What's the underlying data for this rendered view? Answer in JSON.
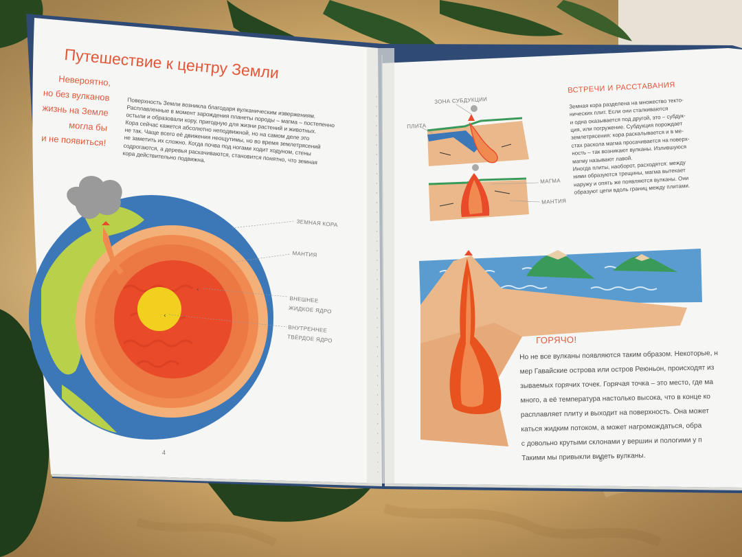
{
  "left_page": {
    "title": "Путешествие к центру Земли",
    "side_note": [
      "Невероятно,",
      "но без вулканов",
      "жизнь на Земле",
      "могла бы",
      "и не появиться!"
    ],
    "intro": [
      "Поверхность Земли возникла благодаря вулканическим извержениям.",
      "Расплавленные в момент зарождения планеты породы – магма – постепенно",
      "остыли и образовали кору, пригодную для жизни растений и животных.",
      "Кора сейчас кажется абсолютно неподвижной, но на самом деле это",
      "не так. Чаще всего её движения неощутимы, но во время землетрясений",
      "не заметить их сложно. Когда почва под ногами ходит ходуном, стены",
      "содрогаются, а деревья раскачиваются, становится понятно, что земная",
      "кора действительно подвижна."
    ],
    "labels": {
      "crust": "ЗЕМНАЯ КОРА",
      "mantle": "МАНТИЯ",
      "outer_core": [
        "ВНЕШНЕЕ",
        "ЖИДКОЕ ЯДРО"
      ],
      "inner_core": [
        "ВНУТРЕННЕЕ",
        "ТВЁРДОЕ ЯДРО"
      ]
    },
    "page_number": "4"
  },
  "right_page": {
    "section1_title": "ВСТРЕЧИ И РАССТАВАНИЯ",
    "section1_text": [
      "Земная кора разделена на множество текто-",
      "нических плит. Если они сталкиваются",
      "и одна оказывается под другой, это – субдук-",
      "ция, или погружение. Субдукция порождает",
      "землетрясения: кора раскалывается и в ме-",
      "стах раскола магма просачивается на поверх-",
      "ность – так возникают вулканы. Излившуюся",
      "магму называют лавой.",
      "Иногда плиты, наоборот, расходятся: между",
      "ними образуются трещины, магма вытекает",
      "наружу и опять же появляются вулканы. Они",
      "образуют цепи вдоль границ между плитами."
    ],
    "diagram_labels": {
      "subduction": "ЗОНА СУБДУКЦИИ",
      "plate": "ПЛИТА",
      "magma": "МАГМА",
      "mantle": "МАНТИЯ"
    },
    "section2_title": "ГОРЯЧО!",
    "section2_text": [
      "Но не все вулканы появляются таким образом. Некоторые, н",
      "мер Гавайские острова или остров Реюньон, происходят из",
      "зываемых горячих точек. Горячая точка – это место, где ма",
      "много, а её температура настолько высока, что  в конце ко",
      "расплавляет плиту и выходит на поверхность. Она может",
      "каться жидким потоком, а может нагромождаться, обра",
      "с довольно крутыми склонами у вершин и пологими у п",
      "Такими мы привыкли видеть вулканы."
    ],
    "page_number": "5"
  },
  "colors": {
    "accent": "#e0573a",
    "text": "#4a4a4a",
    "page": "#f6f6f4",
    "ocean": "#3c78b8",
    "land": "#b8d04a",
    "mantle": "#f08a50",
    "outer_core": "#e84a2a",
    "inner_core": "#f2d020",
    "sea": "#5a9cd0",
    "island": "#3a9a5a",
    "magma": "#e8521e"
  }
}
